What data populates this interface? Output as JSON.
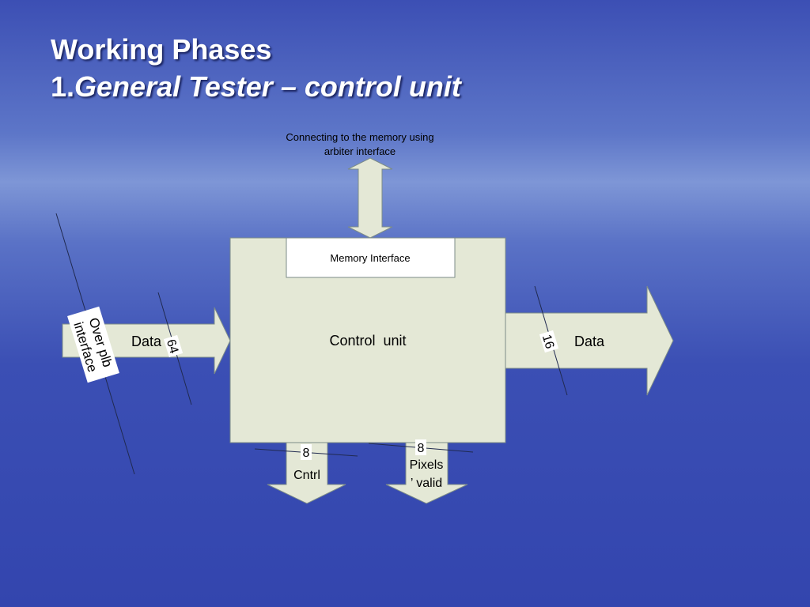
{
  "title": {
    "line1": "Working Phases",
    "line2_number": "1.",
    "line2_text": "General Tester – control unit"
  },
  "diagram": {
    "memory_caption_line1": "Connecting to the memory using",
    "memory_caption_line2": "arbiter interface",
    "memory_interface_label": "Memory Interface",
    "control_unit_label": "Control  unit",
    "left_arrow_label": "Data",
    "left_bus_width": "64",
    "over_plb_line1": "Over plb",
    "over_plb_line2": "interface",
    "right_arrow_label": "Data",
    "right_bus_width": "16",
    "cntrl_label": "Cntrl",
    "cntrl_bus_width": "8",
    "pixels_bus_width": "8",
    "pixels_label_line1": "Pixels",
    "pixels_label_line2": "’ valid"
  },
  "colors": {
    "shape_fill": "#e4e8d6",
    "shape_stroke": "#7c8c88",
    "text": "#000000",
    "title_text": "#ffffff"
  }
}
